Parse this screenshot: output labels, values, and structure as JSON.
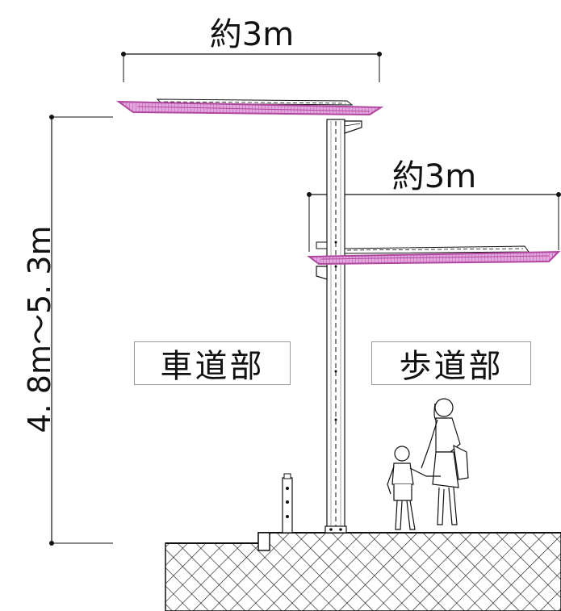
{
  "dimensions": {
    "top_width": "約3m",
    "lower_width": "約3m",
    "height": "4. 8m～5. 3m"
  },
  "labels": {
    "roadway": "車道部",
    "sidewalk": "歩道部"
  },
  "colors": {
    "lamp_fill": "#e4a6df",
    "lamp_stroke": "#b0479e",
    "line": "#111111"
  }
}
